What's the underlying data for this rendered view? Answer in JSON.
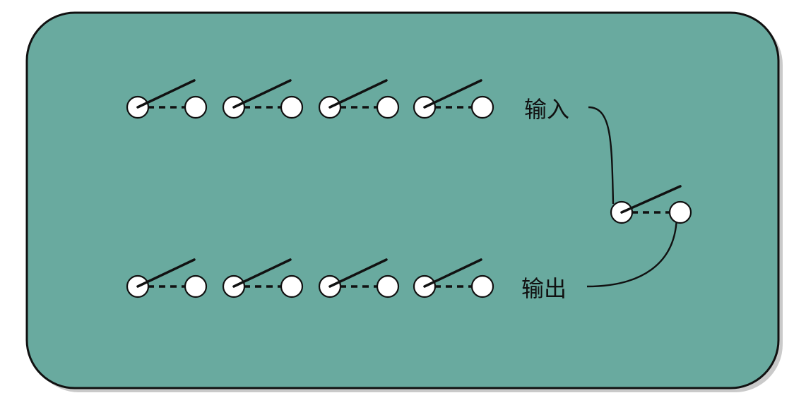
{
  "labels": {
    "input": "输入",
    "output": "输出"
  },
  "colors": {
    "panel_fill": "#69aa9f",
    "outline": "#111111",
    "contact_fill": "#ffffff"
  },
  "rows": [
    {
      "name": "input-row",
      "switch_count": 4
    },
    {
      "name": "output-row",
      "switch_count": 4
    }
  ],
  "selector_switch": {
    "count": 1
  }
}
